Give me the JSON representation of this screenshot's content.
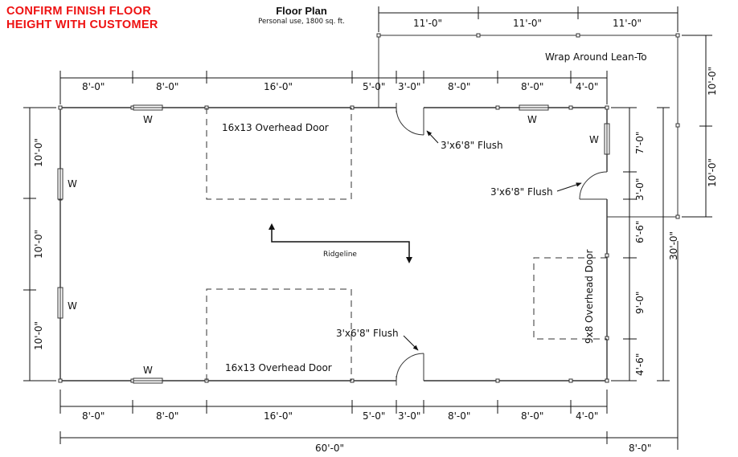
{
  "notice": {
    "line1": "CONFIRM FINISH FLOOR",
    "line2": "HEIGHT WITH CUSTOMER",
    "color": "#ee1111"
  },
  "title": "Floor Plan",
  "subtitle": "Personal use, 1800 sq. ft.",
  "labels": {
    "lean_to": "Wrap Around Lean-To",
    "overhead_top": "16x13 Overhead Door",
    "overhead_bottom": "16x13 Overhead Door",
    "overhead_side": "9x8 Overhead Door",
    "ridgeline": "Ridgeline",
    "flush_top": "3'x6'8\" Flush",
    "flush_right": "3'x6'8\" Flush",
    "flush_bottom": "3'x6'8\" Flush",
    "window": "W"
  },
  "dims": {
    "top_leanto": [
      "11'-0\"",
      "11'-0\"",
      "11'-0\""
    ],
    "top_building": [
      "8'-0\"",
      "8'-0\"",
      "16'-0\"",
      "5'-0\"",
      "3'-0\"",
      "8'-0\"",
      "8'-0\"",
      "4'-0\""
    ],
    "bottom_building": [
      "8'-0\"",
      "8'-0\"",
      "16'-0\"",
      "5'-0\"",
      "3'-0\"",
      "8'-0\"",
      "8'-0\"",
      "4'-0\""
    ],
    "bottom_total": "60'-0\"",
    "bottom_leanto": "8'-0\"",
    "left": [
      "10'-0\"",
      "10'-0\"",
      "10'-0\""
    ],
    "right_inner": [
      "7'-0\"",
      "3'-0\"",
      "6'-6\"",
      "9'-0\"",
      "4'-6\""
    ],
    "right_total": "30'-0\"",
    "far_right": [
      "10'-0\"",
      "10'-0\""
    ]
  }
}
